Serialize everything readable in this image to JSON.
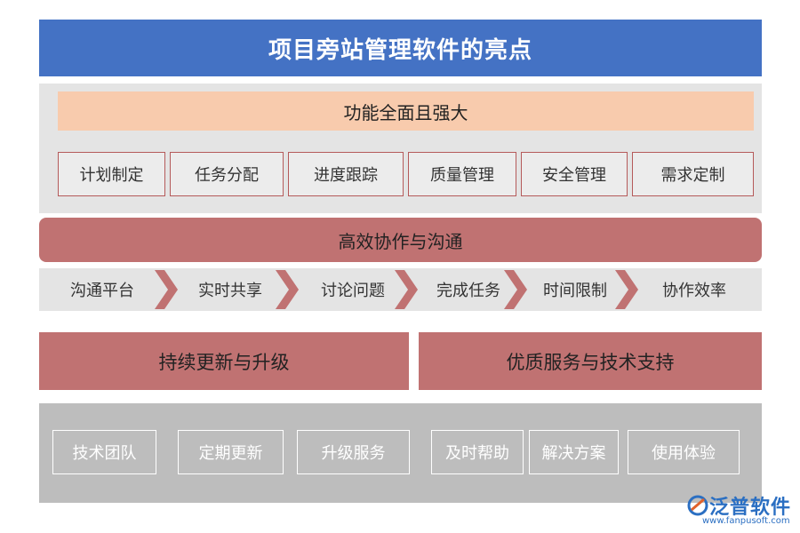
{
  "title": "项目旁站管理软件的亮点",
  "section1": {
    "heading": "功能全面且强大",
    "items": [
      "计划制定",
      "任务分配",
      "进度跟踪",
      "质量管理",
      "安全管理",
      "需求定制"
    ]
  },
  "section2": {
    "heading": "高效协作与沟通",
    "flow": [
      "沟通平台",
      "实时共享",
      "讨论问题",
      "完成任务",
      "时间限制",
      "协作效率"
    ]
  },
  "section3": {
    "left": "持续更新与升级",
    "right": "优质服务与技术支持"
  },
  "section4": {
    "items": [
      "技术团队",
      "定期更新",
      "升级服务",
      "及时帮助",
      "解决方案",
      "使用体验"
    ]
  },
  "logo": {
    "name": "泛普软件",
    "url": "www.fanpusoft.com"
  },
  "colors": {
    "title_bg": "#4472c4",
    "peach": "#f8cbad",
    "rose": "#c07272",
    "light_gray": "#e4e4e4",
    "mid_gray": "#bdbdbd"
  }
}
